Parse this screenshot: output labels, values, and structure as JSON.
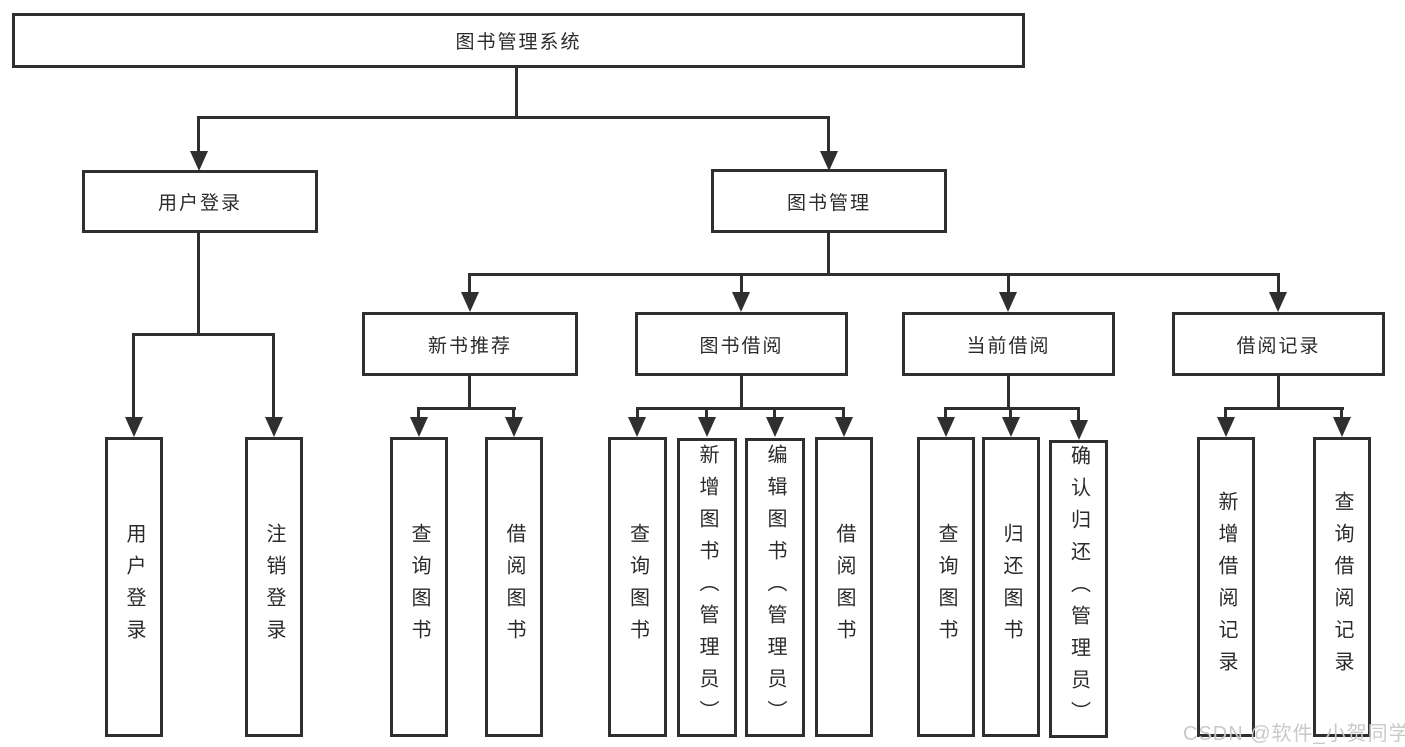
{
  "tree": {
    "label": "图书管理系统",
    "children": [
      {
        "label": "用户登录",
        "children": [
          {
            "label": "用户登录"
          },
          {
            "label": "注销登录"
          }
        ]
      },
      {
        "label": "图书管理",
        "children": [
          {
            "label": "新书推荐",
            "children": [
              {
                "label": "查询图书"
              },
              {
                "label": "借阅图书"
              }
            ]
          },
          {
            "label": "图书借阅",
            "children": [
              {
                "label": "查询图书"
              },
              {
                "label": "新增图书（管理员）"
              },
              {
                "label": "编辑图书（管理员）"
              },
              {
                "label": "借阅图书"
              }
            ]
          },
          {
            "label": "当前借阅",
            "children": [
              {
                "label": "查询图书"
              },
              {
                "label": "归还图书"
              },
              {
                "label": "确认归还（管理员）"
              }
            ]
          },
          {
            "label": "借阅记录",
            "children": [
              {
                "label": "新增借阅记录"
              },
              {
                "label": "查询借阅记录"
              }
            ]
          }
        ]
      }
    ]
  },
  "watermark": {
    "text": "CSDN @软件_小贺同学",
    "color": "#c9c9c9"
  },
  "colors": {
    "line": "#2f2f2f",
    "text": "#2b2b2b",
    "box_background": "#ffffff",
    "page_background": "#ffffff"
  }
}
